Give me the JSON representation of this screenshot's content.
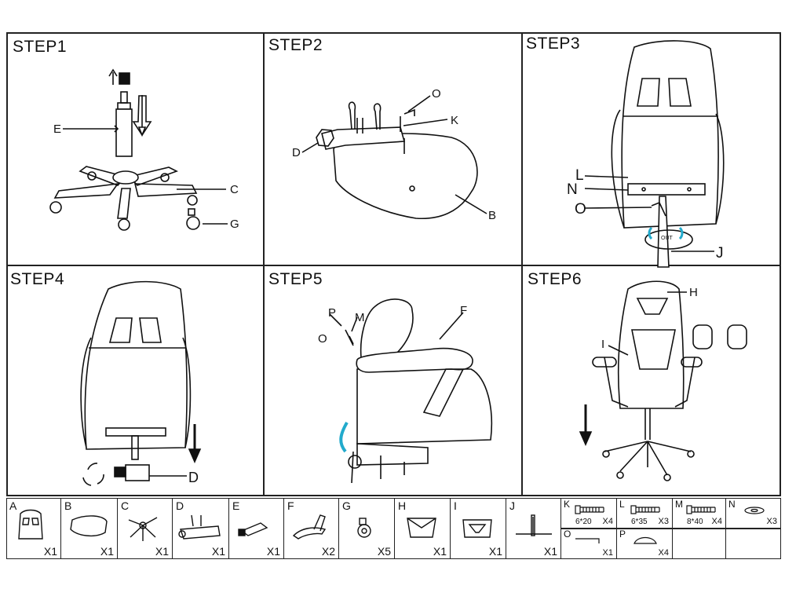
{
  "steps": [
    {
      "title": "STEP1",
      "labels": [
        "E",
        "C",
        "G"
      ]
    },
    {
      "title": "STEP2",
      "labels": [
        "O",
        "K",
        "D",
        "B"
      ]
    },
    {
      "title": "STEP3",
      "labels": [
        "L",
        "N",
        "O",
        "J"
      ]
    },
    {
      "title": "STEP4",
      "labels": [
        "D"
      ]
    },
    {
      "title": "STEP5",
      "labels": [
        "P",
        "M",
        "O",
        "F"
      ]
    },
    {
      "title": "STEP6",
      "labels": [
        "H",
        "I"
      ]
    }
  ],
  "step3_tag": "OUT",
  "parts": [
    {
      "letter": "A",
      "qty": "X1",
      "icon": "seat-back-icon"
    },
    {
      "letter": "B",
      "qty": "X1",
      "icon": "seat-cushion-icon"
    },
    {
      "letter": "C",
      "qty": "X1",
      "icon": "star-base-icon"
    },
    {
      "letter": "D",
      "qty": "X1",
      "icon": "mechanism-icon"
    },
    {
      "letter": "E",
      "qty": "X1",
      "icon": "gas-lift-icon"
    },
    {
      "letter": "F",
      "qty": "X2",
      "icon": "armrest-icon"
    },
    {
      "letter": "G",
      "qty": "X5",
      "icon": "caster-icon"
    },
    {
      "letter": "H",
      "qty": "X1",
      "icon": "headrest-pillow-icon"
    },
    {
      "letter": "I",
      "qty": "X1",
      "icon": "lumbar-pillow-icon"
    },
    {
      "letter": "J",
      "qty": "X1",
      "icon": "bracket-icon"
    },
    {
      "letter": "K",
      "size": "6*20",
      "qty": "X4",
      "icon": "bolt-icon"
    },
    {
      "letter": "L",
      "size": "6*35",
      "qty": "X3",
      "icon": "bolt-icon"
    },
    {
      "letter": "M",
      "size": "8*40",
      "qty": "X4",
      "icon": "bolt-icon"
    },
    {
      "letter": "N",
      "qty": "X3",
      "icon": "washer-icon"
    },
    {
      "letter": "O",
      "qty": "X1",
      "icon": "allen-key-icon"
    },
    {
      "letter": "P",
      "qty": "X4",
      "icon": "cap-icon"
    }
  ]
}
